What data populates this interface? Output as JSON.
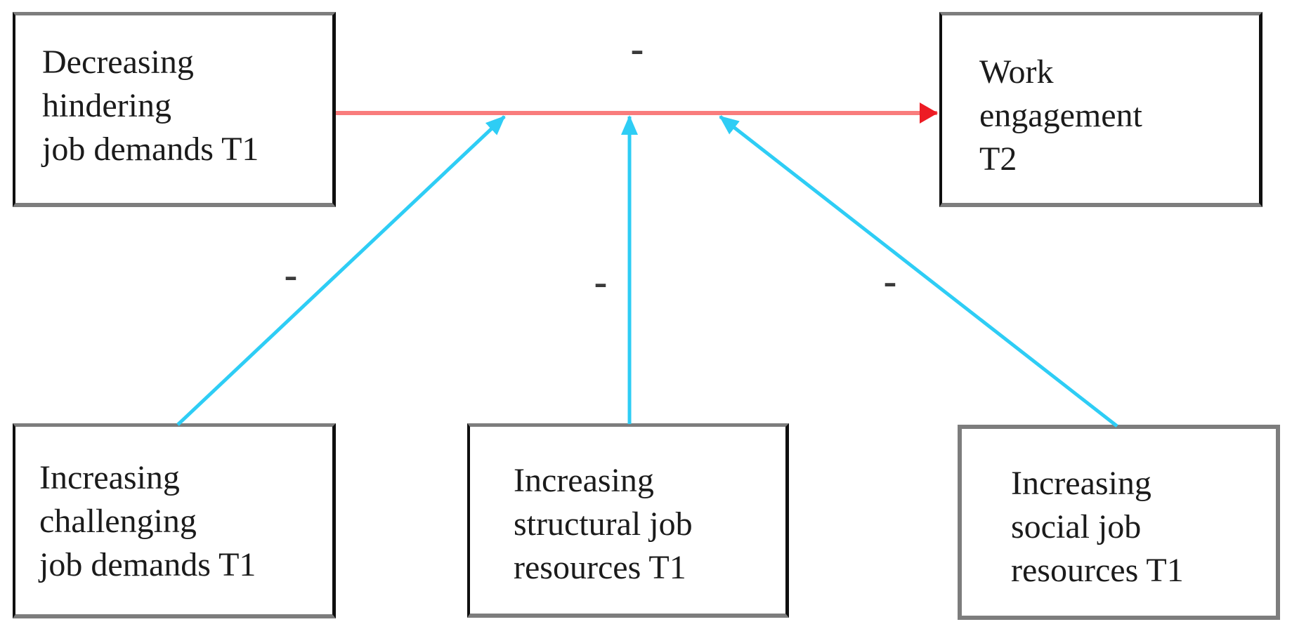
{
  "diagram": {
    "type": "path-model-moderation-diagram",
    "boxes": [
      {
        "name": "decreasing-hindering-job-demands-t1",
        "lines": [
          "Decreasing",
          "hindering",
          "job demands T1"
        ]
      },
      {
        "name": "work-engagement-t2",
        "lines": [
          "Work",
          "engagement",
          "T2"
        ]
      },
      {
        "name": "increasing-challenging-job-demands-t1",
        "lines": [
          "Increasing",
          "challenging",
          "job demands T1"
        ]
      },
      {
        "name": "increasing-structural-job-resources-t1",
        "lines": [
          "Increasing",
          "structural job",
          "resources T1"
        ]
      },
      {
        "name": "increasing-social-job-resources-t1",
        "lines": [
          "Increasing",
          "social job",
          "resources T1"
        ]
      }
    ],
    "edges": [
      {
        "from": "decreasing-hindering-job-demands-t1",
        "to": "work-engagement-t2",
        "sign": "-",
        "type": "direct-path"
      },
      {
        "from": "increasing-challenging-job-demands-t1",
        "to": "direct-path",
        "sign": "-",
        "type": "moderation"
      },
      {
        "from": "increasing-structural-job-resources-t1",
        "to": "direct-path",
        "sign": "-",
        "type": "moderation"
      },
      {
        "from": "increasing-social-job-resources-t1",
        "to": "direct-path",
        "sign": "-",
        "type": "moderation"
      }
    ],
    "edge_labels": {
      "main": "-",
      "challenging": "-",
      "structural": "-",
      "social": "-"
    },
    "colors": {
      "background": "#ffffff",
      "main_path_line": "#f97c7c",
      "main_path_arrowhead": "#ed1c24",
      "moderation_line": "#2ecdf5",
      "box_border_gray": "#7d7d7d",
      "box_border_dark": "#0f0f0f",
      "box_fill": "#ffffff",
      "text": "#1b1b1b",
      "label": "#3a3a3a"
    }
  }
}
